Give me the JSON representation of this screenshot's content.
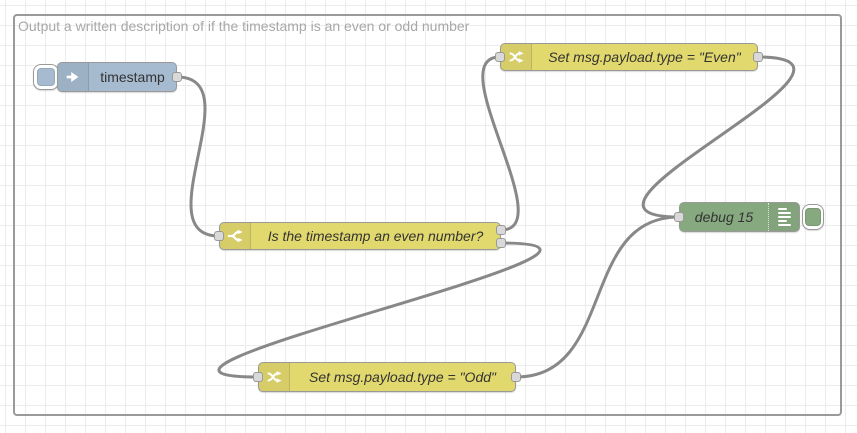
{
  "group": {
    "label": "Output a written description of if the timestamp is an even or odd number"
  },
  "nodes": {
    "inject": {
      "label": "timestamp",
      "type": "inject",
      "color": "#a6bbcf"
    },
    "switch": {
      "label": "Is the timestamp an even number?",
      "type": "switch",
      "color": "#e2d96e"
    },
    "change_even": {
      "label": "Set msg.payload.type = \"Even\"",
      "type": "change",
      "color": "#e2d96e"
    },
    "change_odd": {
      "label": "Set msg.payload.type = \"Odd\"",
      "type": "change",
      "color": "#e2d96e"
    },
    "debug": {
      "label": "debug 15",
      "type": "debug",
      "color": "#87a980"
    }
  },
  "colors": {
    "wire": "#888888",
    "node_border": "#999999",
    "port_fill": "#d9d9d9",
    "group_border": "#9a9a9a",
    "group_label": "#a8a8a8",
    "grid_line": "#ececec",
    "label_text": "#333333"
  }
}
